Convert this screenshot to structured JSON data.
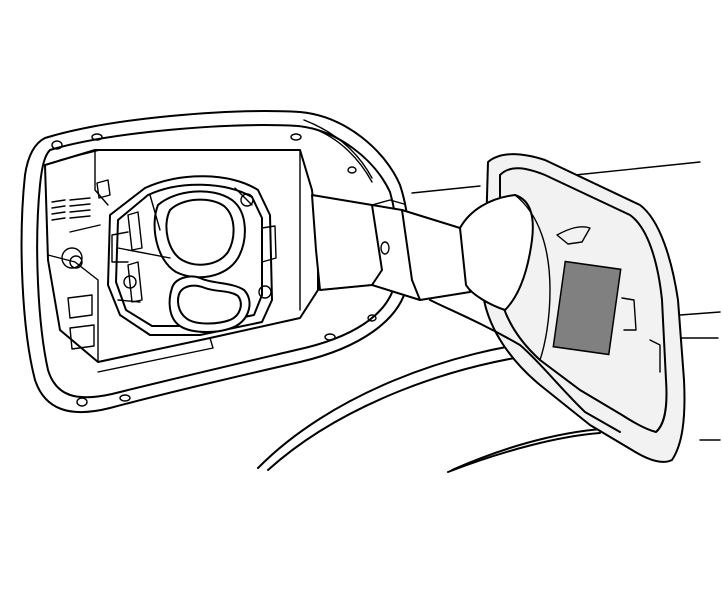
{
  "colors": {
    "line": "#000000",
    "background": "#ffffff",
    "label_patch": "#808080",
    "door_surface": "#f2f2f2"
  },
  "icons": [
    "fuel-door-housing",
    "charge-port-socket",
    "open-fuel-door",
    "warning-label-patch"
  ]
}
